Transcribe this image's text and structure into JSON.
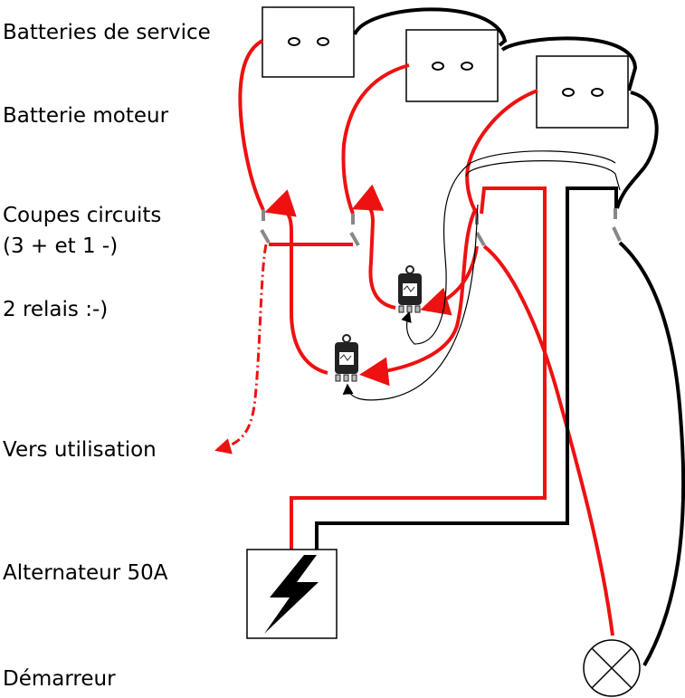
{
  "labels": {
    "service_batteries": "Batteries de service",
    "engine_battery": "Batterie moteur",
    "breakers_line1": "Coupes circuits",
    "breakers_line2": "(3 + et 1 -)",
    "relays": "2 relais :-)",
    "to_usage": "Vers utilisation",
    "alternator": "Alternateur 50A",
    "starter": "Démarreur"
  },
  "colors": {
    "positive_wire": "#ee1111",
    "negative_wire": "#000000",
    "breaker": "#888888",
    "relay_body": "#222222"
  }
}
